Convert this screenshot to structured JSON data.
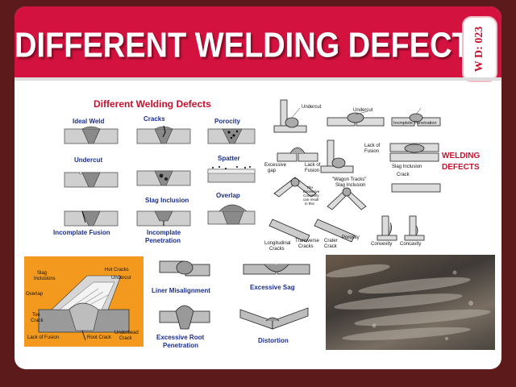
{
  "slide": {
    "title": "DIFFERENT WELDING DEFECTS",
    "badge": "W D: 023",
    "colors": {
      "banner": "#d3123f",
      "frame": "#5c1a1a",
      "accent_text": "#1b2f8a",
      "heading_red": "#c8102e",
      "fig_orange": "#f39a1e"
    }
  },
  "panel_left": {
    "heading": "Different Welding Defects",
    "labels": {
      "ideal_weld": "Ideal Weld",
      "cracks": "Cracks",
      "porocity": "Porocity",
      "undercut": "Undercut",
      "spatter": "Spatter",
      "slag_inclusion": "Slag Inclusion",
      "overlap": "Overlap",
      "incomplete_fusion": "Incomplate Fusion",
      "incomplete_penetration_1": "Incomplate",
      "incomplete_penetration_2": "Penetration"
    }
  },
  "panel_right": {
    "heading_1": "WELDING",
    "heading_2": "DEFECTS",
    "labels": {
      "undercut_a": "Undercut",
      "undercut_b": "Undercut",
      "incomplete_penetration": "Incmplete Penetration",
      "lack_of_fusion_a_1": "Lack of",
      "lack_of_fusion_a_2": "Fusion",
      "lack_of_fusion_b_1": "Lack of",
      "lack_of_fusion_b_2": "Fusion",
      "excessive_gap_1": "Excessive",
      "excessive_gap_2": "gap",
      "slag_inclusion": "Slag Inclusion",
      "crack": "Crack",
      "wagon_tracks_1": "\"Wagon Tracks\"",
      "wagon_tracks_2": "Slag Inclusion",
      "convexity_note_1": "This",
      "convexity_note_2": "Excessive",
      "convexity_note_3": "Convexity",
      "convexity_note_4": "can result",
      "convexity_note_5": "in this",
      "longitudinal_1": "Longitudinal",
      "longitudinal_2": "Cracks",
      "transverse_1": "Transverse",
      "transverse_2": "Cracks",
      "crater_1": "Crater",
      "crater_2": "Crack",
      "porosity": "Porosity",
      "convexity": "Convexity",
      "concavity": "Concavity"
    }
  },
  "panel_orange": {
    "labels": {
      "slag_1": "Slag",
      "slag_2": "Inclusions",
      "hot_cracks": "Hot Cracks",
      "undercut": "Undercut",
      "overlap": "Overlap",
      "toe_1": "Toe",
      "toe_2": "Crack",
      "lack_of_fusion": "Lack of Fusion",
      "root_crack": "Root Crack",
      "underbead_1": "Underbead",
      "underbead_2": "Crack"
    }
  },
  "panel_middle": {
    "labels": {
      "liner_misalignment": "Liner Misalignment",
      "excessive_sag": "Excessive Sag",
      "excessive_root_1": "Excessive Root",
      "excessive_root_2": "Penetration",
      "distortion": "Distortion"
    }
  }
}
